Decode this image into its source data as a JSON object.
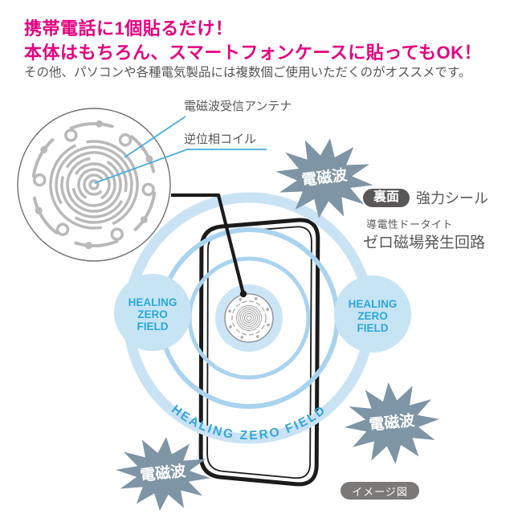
{
  "header": {
    "headline_line1": "携帯電話に1個貼るだけ！",
    "headline_line2": "本体はもちろん、スマートフォンケースに貼ってもOK！",
    "subtext": "その他、パソコンや各種電気製品には複数個ご使用いただくのがオススメです。",
    "headline_color": "#e4007f",
    "subtext_color": "#555555"
  },
  "diagram": {
    "coil_labels": {
      "antenna": "電磁波受信アンテナ",
      "coil": "逆位相コイル"
    },
    "healing_field": {
      "line1": "HEALING",
      "line2": "ZERO",
      "line3": "FIELD"
    },
    "healing_arc_text": "HEALING ZERO FIELD",
    "emf_label": "電磁波",
    "colors": {
      "starburst_fill": "#7e95a5",
      "healing_circle_fill": "#c7e4f5",
      "healing_text": "#29a8da",
      "ring_blue": "#a9d3ef",
      "outer_ring_blue": "#c9e3f5",
      "leader_line_blue": "#49ace0",
      "coil_gray": "#b9b9b9",
      "phone_outline": "#1b1b1b"
    }
  },
  "side_info": {
    "back_badge": "裏面",
    "strong_seal": "強力シール",
    "conductive": "導電性ドータイト",
    "zero_circuit": "ゼロ磁場発生回路"
  },
  "footer": {
    "image_note": "イメージ図"
  }
}
